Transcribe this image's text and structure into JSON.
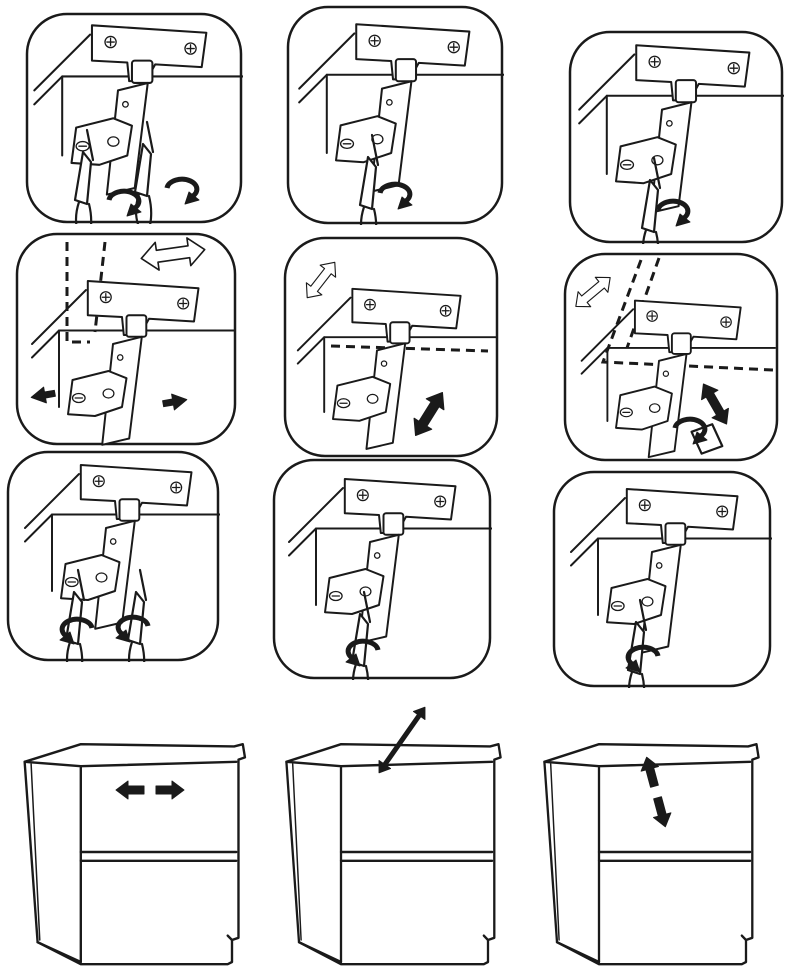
{
  "colors": {
    "line": "#1a1a1a",
    "background": "#ffffff",
    "panel_fill": "#ffffff"
  },
  "icons": {
    "hinge": "hinge-icon",
    "screwdriver": "screwdriver-icon",
    "rotation": "rotation-arrow-icon",
    "adjust_double": "double-arrow-icon",
    "adjust_outline": "outline-double-arrow-icon",
    "cabinet": "cabinet-icon"
  },
  "columns": [
    "lateral",
    "depth",
    "height"
  ]
}
